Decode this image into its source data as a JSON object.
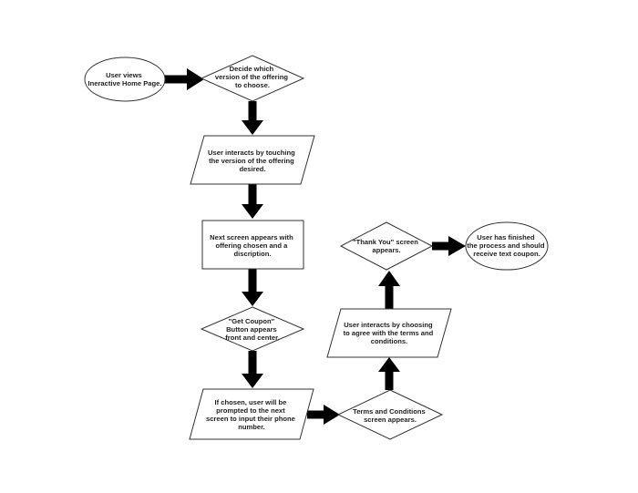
{
  "diagram": {
    "nodes": {
      "start": {
        "shape": "ellipse",
        "lines": [
          "User views",
          "Ineractive Home Page."
        ]
      },
      "decide": {
        "shape": "diamond",
        "lines": [
          "Decide which",
          "version of the offering",
          "to choose."
        ]
      },
      "interact_touch": {
        "shape": "parallelogram",
        "lines": [
          "User interacts by touching",
          "the version of the offering",
          "desired."
        ]
      },
      "next_screen": {
        "shape": "rectangle",
        "lines": [
          "Next screen appears with",
          "offering chosen and a",
          "discription."
        ]
      },
      "get_coupon": {
        "shape": "diamond",
        "lines": [
          "\"Get Coupon\"",
          "Button appears",
          "front and center."
        ]
      },
      "if_chosen": {
        "shape": "parallelogram",
        "lines": [
          "If chosen, user will be",
          "prompted to the next",
          "screen to input their phone",
          "number."
        ]
      },
      "terms": {
        "shape": "diamond",
        "lines": [
          "Terms and Conditions",
          "screen appears."
        ]
      },
      "agree": {
        "shape": "parallelogram",
        "lines": [
          "User interacts by choosing",
          "to agree with the terms and",
          "conditions."
        ]
      },
      "thank_you": {
        "shape": "diamond",
        "lines": [
          "\"Thank You\" screen",
          "appears."
        ]
      },
      "finished": {
        "shape": "ellipse",
        "lines": [
          "User has finished",
          "the process and should",
          "receive text coupon."
        ]
      }
    },
    "edges": [
      {
        "from": "start",
        "to": "decide",
        "direction": "right"
      },
      {
        "from": "decide",
        "to": "interact_touch",
        "direction": "down"
      },
      {
        "from": "interact_touch",
        "to": "next_screen",
        "direction": "down"
      },
      {
        "from": "next_screen",
        "to": "get_coupon",
        "direction": "down"
      },
      {
        "from": "get_coupon",
        "to": "if_chosen",
        "direction": "down"
      },
      {
        "from": "if_chosen",
        "to": "terms",
        "direction": "right"
      },
      {
        "from": "terms",
        "to": "agree",
        "direction": "up"
      },
      {
        "from": "agree",
        "to": "thank_you",
        "direction": "up"
      },
      {
        "from": "thank_you",
        "to": "finished",
        "direction": "right"
      }
    ],
    "colors": {
      "arrow": "#000000",
      "shape_stroke": "#333333",
      "shape_fill": "#ffffff",
      "text": "#222222"
    }
  }
}
